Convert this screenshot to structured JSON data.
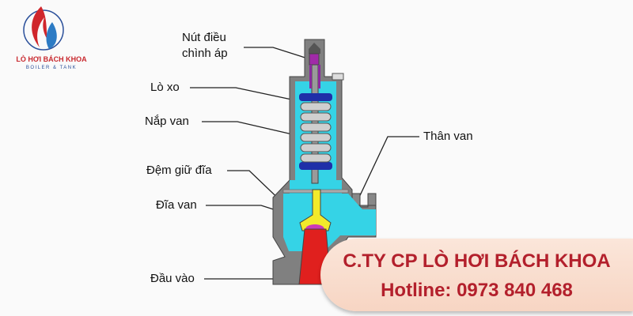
{
  "logo": {
    "name": "LÒ HƠI BÁCH KHOA",
    "tagline": "BOILER & TANK"
  },
  "labels": {
    "adjust_screw_line1": "Nút điều",
    "adjust_screw_line2": "chình áp",
    "spring": "Lò xo",
    "bonnet": "Nắp van",
    "disc_holder": "Đệm giữ đĩa",
    "disc": "Đĩa van",
    "inlet": "Đầu vào",
    "body": "Thân van"
  },
  "banner": {
    "company": "C.TY CP LÒ HƠI BÁCH KHOA",
    "hotline": "Hotline: 0973 840 468"
  },
  "colors": {
    "accent": "#b3202c",
    "fluid": "#33d6e8",
    "body": "#7a7a7a",
    "inlet": "#e0201e",
    "disc": "#f2ea2a"
  }
}
